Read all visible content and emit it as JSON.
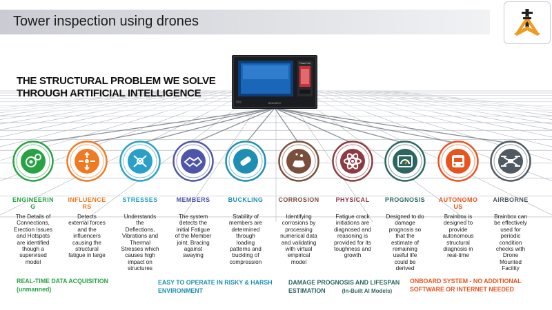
{
  "slide": {
    "title": "Tower inspection using drones",
    "headline": [
      "THE STRUCTURAL PROBLEM WE SOLVE",
      "THROUGH ARTIFICIAL INTELLIGENCE"
    ]
  },
  "device": {
    "screen_tag": "Tower Lite",
    "brand": "BRAINBOX"
  },
  "categories": [
    {
      "label": [
        "ENGINEERIN",
        "G"
      ],
      "color": "#27a245",
      "icon": "gears-icon",
      "desc": [
        "The Details of",
        "Connections,",
        "Erection Issues",
        "and Hotspots",
        "are identified",
        "though a",
        "supervised",
        "model"
      ]
    },
    {
      "label": [
        "INFLUENCE",
        "RS"
      ],
      "color": "#ee7a24",
      "icon": "forces-icon",
      "desc": [
        "Detects",
        "external forces",
        "and the",
        "influencers",
        "causing the",
        "structural",
        "fatigue in large"
      ]
    },
    {
      "label": [
        "STRESSES"
      ],
      "color": "#2aa0c9",
      "icon": "stress-icon",
      "desc": [
        "Understands",
        "the",
        "Deflections,",
        "Vibrations and",
        "Thermal",
        "Stresses which",
        "causes high",
        "impact on",
        "structures"
      ]
    },
    {
      "label": [
        "MEMBERS"
      ],
      "color": "#4d56a8",
      "icon": "handshake-icon",
      "desc": [
        "The system",
        "detects the",
        "initial Fatigue",
        "of the Member",
        "joint, Bracing",
        "against",
        "swaying"
      ]
    },
    {
      "label": [
        "BUCKLING"
      ],
      "color": "#1e8fb3",
      "icon": "bandage-icon",
      "desc": [
        "Stability of",
        "members are",
        "determined",
        "through",
        "loading",
        "patterns and",
        "buckling of",
        "compression"
      ]
    },
    {
      "label": [
        "CORROSION"
      ],
      "color": "#7b4e3c",
      "icon": "hand-wash-icon",
      "desc": [
        "Identifying",
        "corrosions by",
        "processing",
        "numerical data",
        "and validating",
        "with virtual",
        "empirical",
        "model"
      ]
    },
    {
      "label": [
        "PHYSICAL"
      ],
      "color": "#8d3b42",
      "icon": "atom-icon",
      "desc": [
        "Fatigue crack",
        "initiations are",
        "diagnosed and",
        "reasoning  is",
        "provided for its",
        "toughness and",
        "growth"
      ]
    },
    {
      "label": [
        "PROGNOSIS"
      ],
      "color": "#2b6660",
      "icon": "gauge-icon",
      "desc": [
        "Designed to do",
        "damage",
        "prognosis so",
        "that the",
        "estimate of",
        "remaining",
        "useful life",
        "could be",
        "derived"
      ]
    },
    {
      "label": [
        "AUTONOMO",
        "US"
      ],
      "color": "#e8541e",
      "icon": "car-icon",
      "desc": [
        "Brainbox is",
        "designed to",
        "provide",
        "autonomous",
        "structural",
        "diagnosis in",
        "real-time"
      ]
    },
    {
      "label": [
        "AIRBORNE"
      ],
      "color": "#4f5a62",
      "icon": "drone-icon",
      "desc": [
        "Brainbox can",
        "be effectively",
        "used for",
        "periodic",
        "condition",
        "checks with",
        "Drone",
        "Mounted",
        "Facility"
      ]
    }
  ],
  "footers": [
    {
      "lines": [
        "REAL-TIME DATA ACQUISITION",
        "(unmanned)"
      ],
      "color": "#27a245"
    },
    {
      "lines": [
        "EASY TO OPERATE IN RISKY & HARSH",
        "ENVIRONMENT"
      ],
      "color": "#1e8fb3"
    },
    {
      "lines": [
        "DAMAGE PROGNOSIS AND LIFESPAN",
        "ESTIMATION"
      ],
      "sub": "(In-Built AI Models)",
      "color": "#2b6660"
    },
    {
      "lines": [
        "ONBOARD SYSTEM - NO ADDITIONAL",
        "SOFTWARE OR INTERNET NEEDED"
      ],
      "color": "#e8541e"
    }
  ]
}
